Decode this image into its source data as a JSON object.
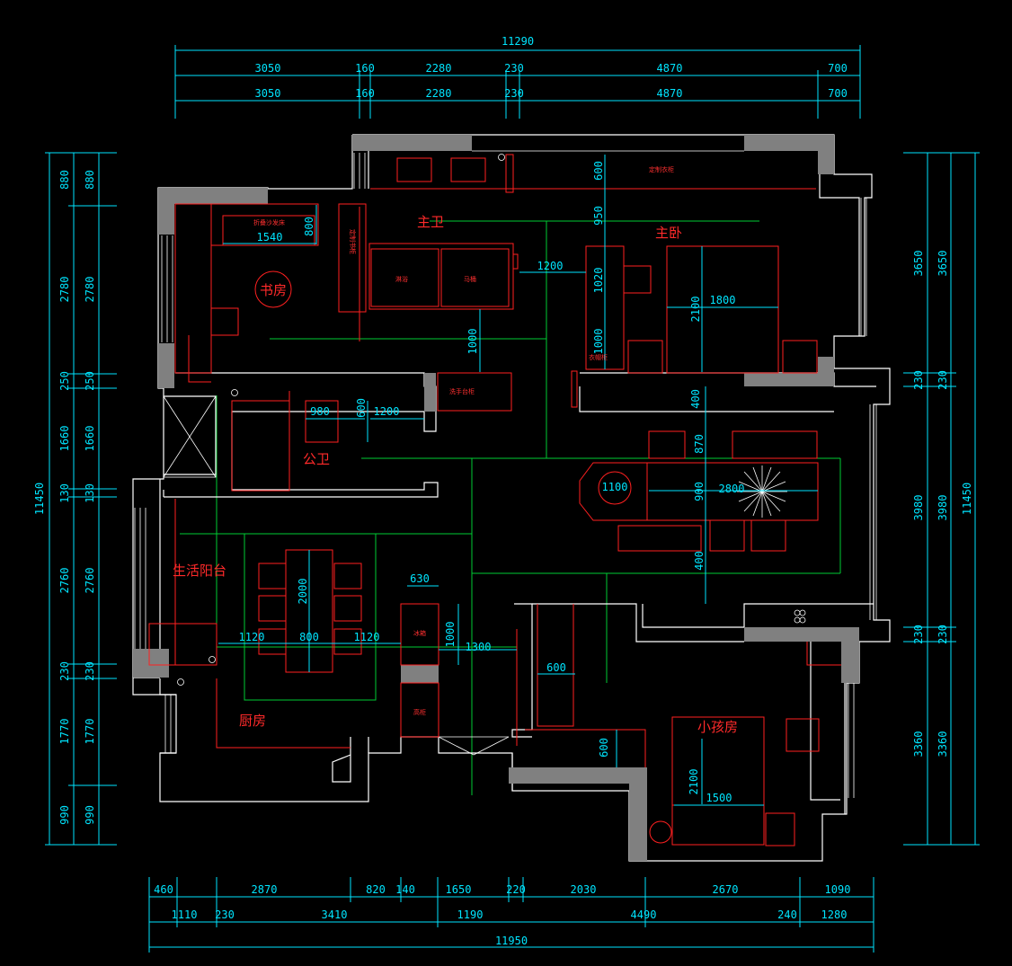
{
  "colors": {
    "background": "#000000",
    "walls": "#ffffff",
    "wall_fill": "#808080",
    "furniture": "#ff2020",
    "dimensions": "#00e5ff",
    "axes": "#00cc33",
    "room_labels": "#ff2a2a"
  },
  "dimensions": {
    "top_total": "11290",
    "top_row1": [
      "3050",
      "160",
      "2280",
      "230",
      "4870",
      "700"
    ],
    "top_row2": [
      "3050",
      "160",
      "2280",
      "230",
      "4870",
      "700"
    ],
    "left_outer": [
      "880",
      "2780",
      "250",
      "1660",
      "130",
      "2760",
      "230",
      "1770",
      "990"
    ],
    "left_inner": [
      "880",
      "2780",
      "250",
      "1660",
      "130",
      "2760",
      "230",
      "1770",
      "990"
    ],
    "left_total": "11450",
    "right_outer": [
      "3650",
      "230",
      "3980",
      "230",
      "3360"
    ],
    "right_inner": [
      "3650",
      "230",
      "3980",
      "230",
      "3360"
    ],
    "right_total": "11450",
    "bottom_row1": [
      "460",
      "2870",
      "820",
      "140",
      "1650",
      "220",
      "2030",
      "2670",
      "1090"
    ],
    "bottom_row2": [
      "1110",
      "230",
      "3410",
      "1190",
      "4490",
      "240",
      "1280"
    ],
    "bottom_total": "11950"
  },
  "rooms": {
    "study": "书房",
    "master_bath": "主卫",
    "master_bedroom": "主卧",
    "public_bath": "公卫",
    "living_balcony": "生活阳台",
    "kitchen": "厨房",
    "kids_room": "小孩房"
  },
  "interior_dims": {
    "d1540": "1540",
    "d800a": "800",
    "d1200a": "1200",
    "d600a": "600",
    "d950": "950",
    "d1020": "1020",
    "d1000a": "1000",
    "d1000b": "1000",
    "d2100a": "2100",
    "d1800": "1800",
    "d400a": "400",
    "d870": "870",
    "d1100": "1100",
    "d900": "900",
    "d2800": "2800",
    "d400b": "400",
    "d980": "980",
    "d600b": "600",
    "d1200b": "1200",
    "d630": "630",
    "d2000": "2000",
    "d1120a": "1120",
    "d800b": "800",
    "d1120b": "1120",
    "d1000c": "1000",
    "d1300": "1300",
    "d600c": "600",
    "d600d": "600",
    "d2100b": "2100",
    "d1500": "1500"
  },
  "furniture_notes": {
    "custom_wardrobe": "定制衣柜",
    "folding_sofa_bed": "折叠沙发床",
    "shower": "淋浴",
    "toilet": "马桶",
    "washbasin_cabinet": "洗手台柜",
    "fridge": "冰箱",
    "high_cabinet": "高柜",
    "custom_study_cabinet": "定制书柜",
    "hallway_wardrobe": "衣帽柜"
  }
}
